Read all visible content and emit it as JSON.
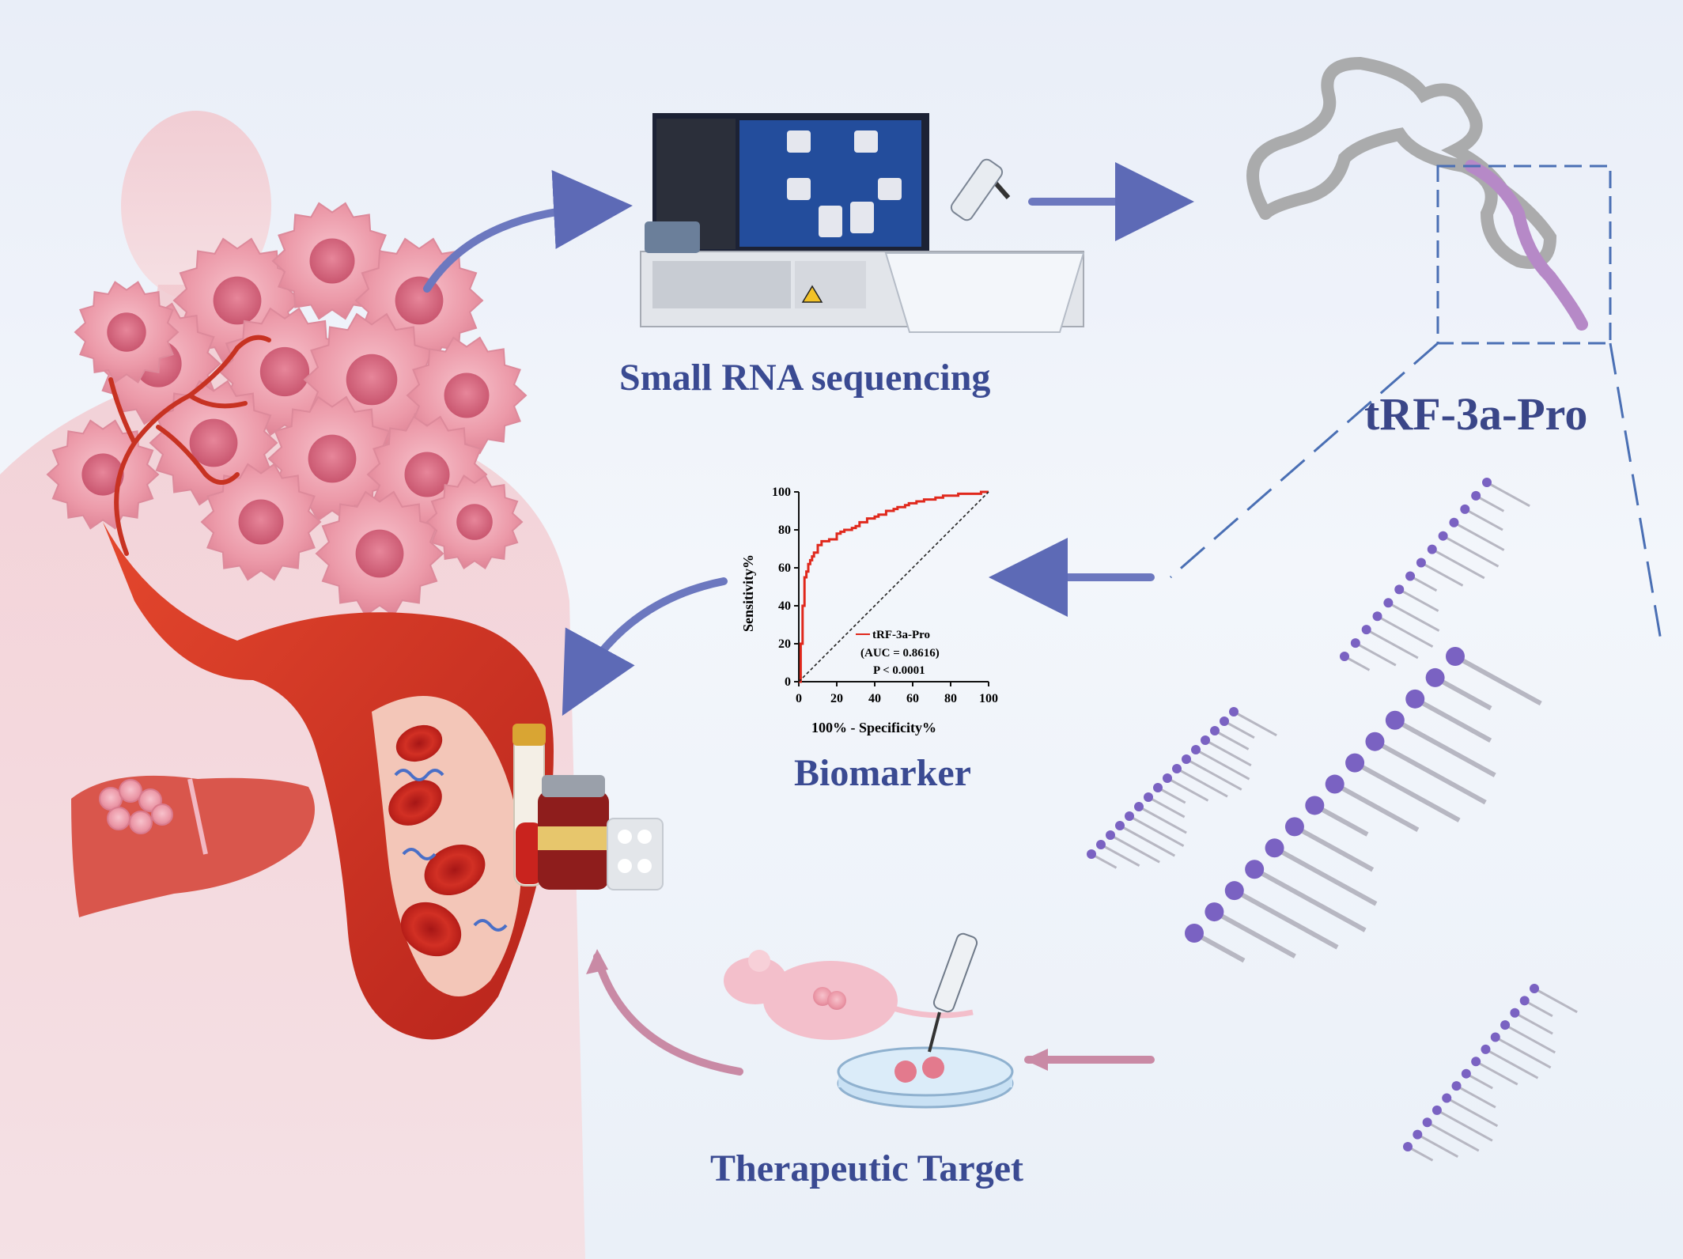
{
  "labels": {
    "sequencing": "Small RNA sequencing",
    "trf": "tRF-3a-Pro",
    "biomarker": "Biomarker",
    "therapeutic": "Therapeutic Target"
  },
  "chart_data": {
    "type": "line",
    "title": "",
    "xlabel": "100% - Specificity%",
    "ylabel": "Sensitivity%",
    "xlim": [
      0,
      100
    ],
    "ylim": [
      0,
      100
    ],
    "xticks": [
      "0",
      "20",
      "40",
      "60",
      "80",
      "100"
    ],
    "yticks": [
      "0",
      "20",
      "40",
      "60",
      "80",
      "100"
    ],
    "series": [
      {
        "name": "tRF-3a-Pro",
        "color": "#e0281c",
        "x": [
          0,
          1,
          1,
          2,
          2,
          3,
          3,
          4,
          5,
          6,
          7,
          8,
          10,
          12,
          14,
          16,
          18,
          20,
          22,
          24,
          26,
          28,
          30,
          32,
          34,
          36,
          38,
          40,
          42,
          44,
          46,
          48,
          50,
          52,
          54,
          56,
          58,
          60,
          62,
          64,
          66,
          68,
          70,
          72,
          74,
          76,
          78,
          80,
          84,
          88,
          92,
          96,
          100
        ],
        "y": [
          0,
          2,
          20,
          22,
          40,
          42,
          55,
          58,
          62,
          64,
          66,
          68,
          72,
          74,
          74,
          75,
          75,
          78,
          79,
          80,
          80,
          81,
          82,
          84,
          84,
          86,
          86,
          87,
          88,
          88,
          90,
          90,
          91,
          92,
          92,
          93,
          94,
          94,
          95,
          95,
          96,
          96,
          96,
          97,
          97,
          98,
          98,
          98,
          99,
          99,
          99,
          100,
          100
        ]
      },
      {
        "name": "reference",
        "color": "#222222",
        "x": [
          0,
          100
        ],
        "y": [
          0,
          100
        ]
      }
    ],
    "annotations": [
      "(AUC = 0.8616)",
      "P < 0.0001"
    ],
    "legend": "bottom-right"
  }
}
